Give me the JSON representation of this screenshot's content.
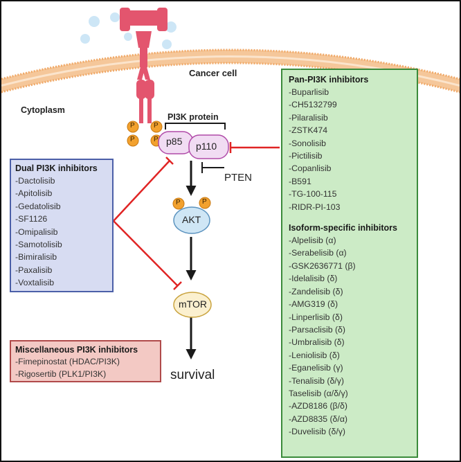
{
  "labels": {
    "cancer_cell": "Cancer cell",
    "cytoplasm": "Cytoplasm",
    "pi3k_protein": "PI3K protein",
    "p85": "p85",
    "p110": "p110",
    "pten": "PTEN",
    "akt": "AKT",
    "mtor": "mTOR",
    "survival": "survival",
    "phospho": "P"
  },
  "pan_box": {
    "title": "Pan-PI3K inhibitors",
    "items": [
      "-Buparlisib",
      "-CH5132799",
      "-Pilaralisib",
      "-ZSTK474",
      "-Sonolisib",
      "-Pictilisib",
      "-Copanlisib",
      "-B591",
      "-TG-100-115",
      "-RIDR-PI-103"
    ],
    "iso_title": "Isoform-specific inhibitors",
    "iso_items": [
      "-Alpelisib (α)",
      "-Serabelisib (α)",
      "-GSK2636771 (β)",
      "-Idelalisib (δ)",
      "-Zandelisib (δ)",
      "-AMG319 (δ)",
      "-Linperlisib (δ)",
      "-Parsaclisib (δ)",
      "-Umbralisib (δ)",
      "-Leniolisib (δ)",
      "-Eganelisib (γ)",
      "-Tenalisib (δ/γ)",
      "Taselisib (α/δ/γ)",
      "-AZD8186 (β/δ)",
      "-AZD8835 (δ/α)",
      "-Duvelisib (δ/γ)"
    ]
  },
  "dual_box": {
    "title": "Dual PI3K inhibitors",
    "items": [
      "-Dactolisib",
      "-Apitolisib",
      "-Gedatolisib",
      "-SF1126",
      "-Omipalisib",
      "-Samotolisib",
      "-Bimiralisib",
      "-Paxalisib",
      "-Voxtalisib"
    ]
  },
  "misc_box": {
    "title": "Miscellaneous PI3K inhibitors",
    "items": [
      "-Fimepinostat (HDAC/PI3K)",
      "-Rigosertib (PLK1/PI3K)"
    ]
  },
  "colors": {
    "membrane": "#f5c79a",
    "receptor": "#e3556e",
    "phospho": "#f2a12e",
    "p85_fill": "#f1dcf3",
    "akt_fill": "#cfe6f5",
    "mtor_fill": "#fbf0cf",
    "inhibit_line": "#e02424",
    "pan_bg": "#ccebc6",
    "dual_bg": "#d7dcf2",
    "misc_bg": "#f3c9c4"
  }
}
